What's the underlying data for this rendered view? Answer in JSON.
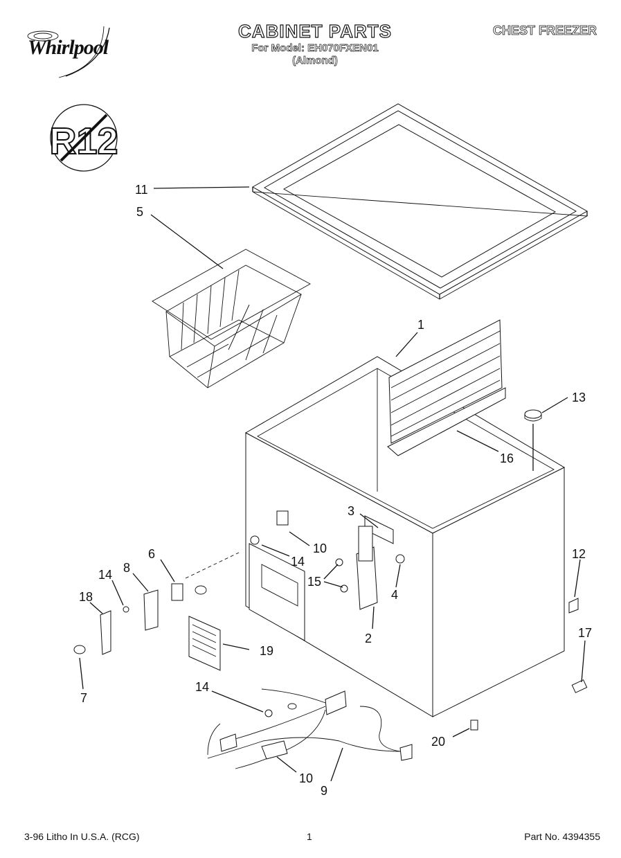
{
  "brand": "Whirlpool",
  "badge": "R12",
  "header": {
    "title": "CABINET PARTS",
    "model_line": "For Model: EH070FXEN01",
    "color_line": "(Almond)",
    "category": "CHEST FREEZER"
  },
  "footer": {
    "litho": "3-96 Litho In U.S.A. (RCG)",
    "page": "1",
    "part_no": "Part No. 4394355"
  },
  "callouts": [
    "11",
    "5",
    "1",
    "13",
    "16",
    "3",
    "10",
    "14",
    "15",
    "4",
    "2",
    "6",
    "8",
    "14",
    "18",
    "12",
    "17",
    "19",
    "7",
    "14",
    "20",
    "10",
    "9"
  ]
}
